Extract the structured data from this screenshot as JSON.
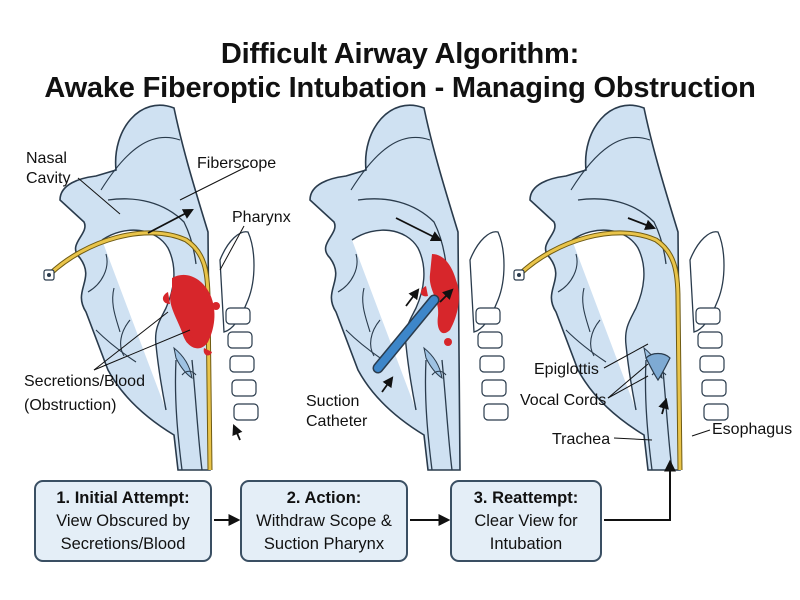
{
  "title": {
    "line1": "Difficult Airway Algorithm:",
    "line2": "Awake Fiberoptic Intubation - Managing Obstruction"
  },
  "labels": {
    "nasal_line1": "Nasal",
    "nasal_line2": "Cavity",
    "fiberscope": "Fiberscope",
    "pharynx": "Pharynx",
    "secretions_line1": "Secretions/Blood",
    "secretions_line2": "(Obstruction)",
    "suction_line1": "Suction",
    "suction_line2": "Catheter",
    "epiglottis": "Epiglottis",
    "vocal_cords": "Vocal Cords",
    "trachea": "Trachea",
    "esophagus": "Esophagus"
  },
  "steps": [
    {
      "title": "1. Initial Attempt:",
      "line1": "View Obscured by",
      "line2": "Secretions/Blood"
    },
    {
      "title": "2. Action:",
      "line1": "Withdraw Scope &",
      "line2": "Suction Pharynx"
    },
    {
      "title": "3. Reattempt:",
      "line1": "Clear View for",
      "line2": "Intubation"
    }
  ],
  "colors": {
    "tissue": "#cfe1f2",
    "outline": "#2a3b4c",
    "scope": "#e9c44a",
    "blood": "#d7262b",
    "suction": "#3d86c9",
    "box_fill": "#e4eef7"
  }
}
